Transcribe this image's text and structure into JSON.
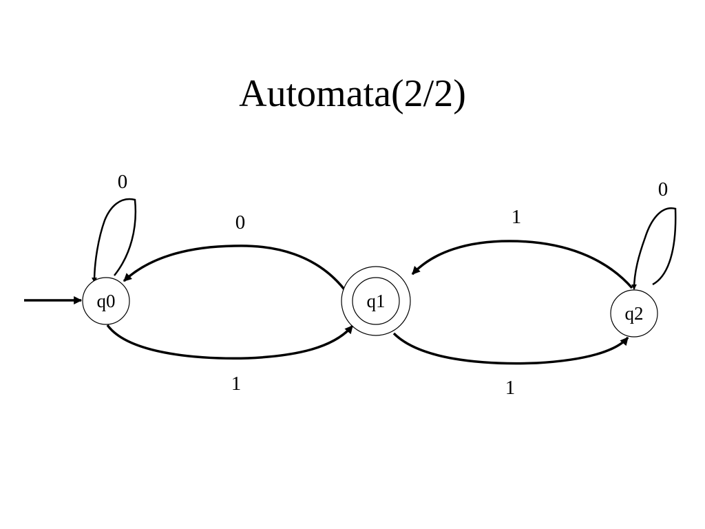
{
  "slide": {
    "title": "Automata(2/2)"
  },
  "automaton": {
    "states": [
      {
        "id": "q0",
        "label": "q0",
        "initial": true,
        "accepting": false
      },
      {
        "id": "q1",
        "label": "q1",
        "initial": false,
        "accepting": true
      },
      {
        "id": "q2",
        "label": "q2",
        "initial": false,
        "accepting": false
      }
    ],
    "transitions": [
      {
        "from": "q0",
        "to": "q0",
        "symbol": "0"
      },
      {
        "from": "q0",
        "to": "q1",
        "symbol": "1"
      },
      {
        "from": "q1",
        "to": "q0",
        "symbol": "0"
      },
      {
        "from": "q1",
        "to": "q2",
        "symbol": "1"
      },
      {
        "from": "q2",
        "to": "q1",
        "symbol": "1"
      },
      {
        "from": "q2",
        "to": "q2",
        "symbol": "0"
      }
    ]
  },
  "colors": {
    "stroke": "#000000",
    "background": "#ffffff"
  }
}
